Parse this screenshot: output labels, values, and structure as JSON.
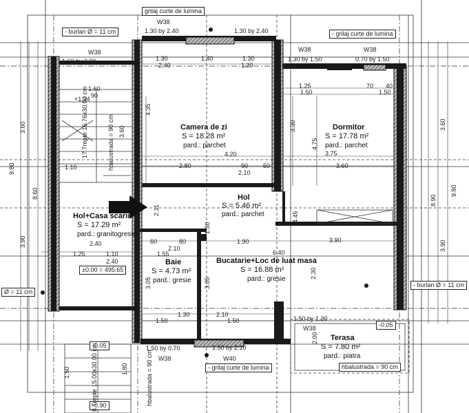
{
  "rooms": {
    "camera": {
      "name": "Camera de zi",
      "area": "S = 18.28 m²",
      "floor": "pard.: parchet"
    },
    "dormitor": {
      "name": "Dormitor",
      "area": "S = 17.78 m²",
      "floor": "pard.: parchet"
    },
    "hol": {
      "name": "Hol",
      "area": "S = 5.46 m²",
      "floor": "pard.: parchet"
    },
    "holcasa": {
      "name": "Hol+Casa scarii",
      "area": "S = 17.29 m²",
      "floor": "pard.: granitogresie"
    },
    "baie": {
      "name": "Baie",
      "area": "S = 4.73 m²",
      "floor": "pard.: gresie"
    },
    "bucatarie": {
      "name": "Bucatarie+Loc de luat masa",
      "area": "S = 16.88 m²",
      "floor": "pard.: gresie"
    },
    "terasa": {
      "name": "Terasa",
      "area": "S = 7.80 m²",
      "floor": "pard.: piatra"
    }
  },
  "notes": {
    "grilaj_top": "grilaj curte de lumina",
    "grilaj_right": "- grilaj curte de lumina",
    "grilaj_bottom": "- grilaj curte de lumina",
    "burlan_top": "- burlan Ø = 11 cm",
    "burlan_right": "- burlan Ø = 11 cm",
    "burlan_left": "Ø = 11 cm",
    "level_main": "±0.00 = 495.65",
    "level_bottom1": "-0.05",
    "level_bottom2": "-0.90",
    "level_terasa": "-0.05",
    "balustrada_terasa": "hbalustrada = 90 cm",
    "balustrada_stair": "hbalustrada = 90 cm",
    "balustrada_stair2": "hbalustrada = 90 cm",
    "trepte_top": "17 Trepte 16.76x30.00 cm",
    "trepte_bottom": "6 Trepte 15.00x30.00 cm",
    "stair_level": "+1.34"
  },
  "windows": {
    "w_top": "W38",
    "w_top_size": "1.30 by 2.40",
    "w_top_size2": "1.30 by 2.40",
    "w_right": "W38",
    "w_right2": "W38",
    "w_right_size": "1.30 by 1.50",
    "w_right_size2": "0.70 by 1.50",
    "w_left": "W38",
    "w_left_size": "1.60 by 0.90",
    "w_bottom": "W38",
    "w_bottom_size": "1.50 by 0.70",
    "w_bottom2": "W40",
    "w_bottom2_size": "1.50 by 2.10",
    "w_terasa": "W38",
    "w_terasa_size": "1.50 by 1.30"
  },
  "dims": {
    "d1": "1.30",
    "d2": "1.40",
    "d3": "1.30",
    "d4": "2.40",
    "d5": "1.30",
    "d6": "1.50",
    "d7": "1.50",
    "d8": "1.25",
    "d9": "70",
    "d10": "40",
    "d11": "4.35",
    "d12": "3.30",
    "d13": "4.75",
    "d14": "4.20",
    "d15": "3.75",
    "d16": "2.80",
    "d17": "90",
    "d18": "50",
    "d19": "3.60",
    "d20": "2.10",
    "d21": "1.90",
    "d22": "3.90",
    "d23": "6.40",
    "d24": "2.10",
    "d25": "1.55",
    "d26": "2.40",
    "d27": "3.05",
    "d28": "3.05",
    "d29": "2.30",
    "d30": "1.50",
    "d31": "2.11",
    "d32": "2.00",
    "d33": "1.60",
    "d34": "1.10",
    "d35": "2.40",
    "d36": "3.60",
    "d37": "9.80",
    "d38": "8.60",
    "d39": "3.90",
    "d40": "3.60",
    "d41": "9.80",
    "d42": "8.90",
    "d43": "3.90",
    "d44": "1.80",
    "d45": "1.50",
    "d46": "1.25",
    "d47": "1.10",
    "d48": "90",
    "d49": "2.10",
    "d50": "1.30",
    "d51": "80",
    "d52": "60",
    "d53": "4.45"
  }
}
